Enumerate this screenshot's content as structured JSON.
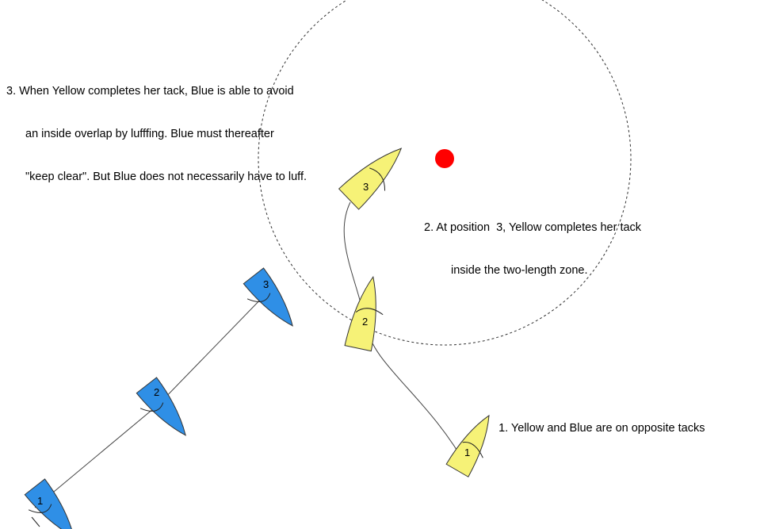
{
  "colors": {
    "yellow_boat": "#f6f277",
    "blue_boat": "#2f8fe6",
    "mark": "#ff0000",
    "zone_circle": "#333333",
    "track": "#444444"
  },
  "notes": {
    "note_3": {
      "line1": "3. When Yellow completes her tack, Blue is able to avoid",
      "line2": "an inside overlap by lufffing. Blue must thereafter",
      "line3": "\"keep clear\". But Blue does not necessarily have to luff."
    },
    "note_2": {
      "line1": "2. At position  3, Yellow completes her tack",
      "line2": "inside the two-length zone."
    },
    "note_1": {
      "line1": "1. Yellow and Blue are on opposite tacks"
    }
  },
  "boats": {
    "yellow": [
      {
        "label": "1"
      },
      {
        "label": "2"
      },
      {
        "label": "3"
      }
    ],
    "blue": [
      {
        "label": "1"
      },
      {
        "label": "2"
      },
      {
        "label": "3"
      }
    ]
  }
}
